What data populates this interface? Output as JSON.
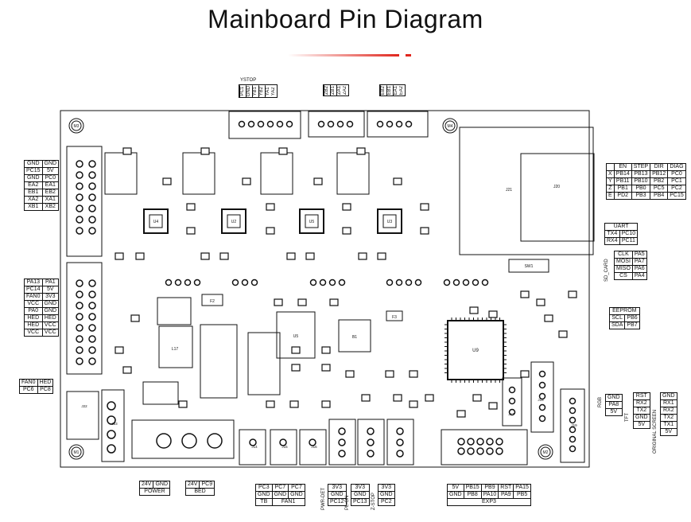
{
  "title": "Mainboard Pin Diagram",
  "colors": {
    "accent": "#e0261d",
    "line": "#111111"
  },
  "top_headers": {
    "ystop": {
      "title": "YSTOP",
      "pins": [
        "PC1",
        "GND",
        "YB1",
        "YB2",
        "YA1",
        "YA2"
      ]
    },
    "z": {
      "pins": [
        "ZB2",
        "ZB1",
        "ZA1",
        "ZA2"
      ]
    },
    "e": {
      "pins": [
        "EB2",
        "EB1",
        "EA1",
        "EA2"
      ]
    }
  },
  "left_tables": {
    "exp_top": [
      [
        "GND",
        "GND"
      ],
      [
        "PC15",
        "5V"
      ],
      [
        "GND",
        "PC0"
      ],
      [
        "EA2",
        "EA1"
      ],
      [
        "EB1",
        "EB2"
      ],
      [
        "XA2",
        "XA1"
      ],
      [
        "XB1",
        "XB2"
      ]
    ],
    "exp_mid": [
      [
        "PA13",
        "PA1"
      ],
      [
        "PC14",
        "5V"
      ],
      [
        "FAN0",
        "3V3"
      ],
      [
        "VCC",
        "GND"
      ],
      [
        "PA0",
        "GND"
      ],
      [
        "HED",
        "HED"
      ],
      [
        "HED",
        "VCC"
      ],
      [
        "VCC",
        "VCC"
      ]
    ],
    "fan_hed": [
      [
        "FAN0",
        "HED"
      ],
      [
        "PC6",
        "PC8"
      ]
    ]
  },
  "right_tables": {
    "stepper": [
      [
        "",
        "EN",
        "STEP",
        "DIR",
        "DIAG"
      ],
      [
        "X",
        "PB14",
        "PB13",
        "PB12",
        "PC0"
      ],
      [
        "Y",
        "PB11",
        "PB10",
        "PB2",
        "PC1"
      ],
      [
        "Z",
        "PB1",
        "PB0",
        "PC5",
        "PC2"
      ],
      [
        "E",
        "PD2",
        "PB3",
        "PB4",
        "PC15"
      ]
    ],
    "uart": [
      [
        "UART",
        ""
      ],
      [
        "TX4",
        "PC10"
      ],
      [
        "RX4",
        "PC11"
      ]
    ],
    "sd_card_label": "SD_CARD",
    "sd_card": [
      [
        "CLK",
        "PA5"
      ],
      [
        "MOSI",
        "PA7"
      ],
      [
        "MISO",
        "PA6"
      ],
      [
        "CS",
        "PA4"
      ]
    ],
    "eeprom": [
      [
        "EEPROM",
        ""
      ],
      [
        "SCL",
        "PB6"
      ],
      [
        "SDA",
        "PB7"
      ]
    ],
    "rgb_label": "RGB",
    "rgb": [
      "GND",
      "PA8",
      "5V"
    ],
    "tft_label": "TFT",
    "tft": [
      "RST",
      "RX2",
      "TX2",
      "GND",
      "5V"
    ],
    "screen_label": "ORIGINAL SCREEN",
    "screen": [
      "GND",
      "RX1",
      "RX2",
      "TX2",
      "TX1",
      "5V"
    ]
  },
  "bottom_tables": {
    "power": {
      "pins": [
        "24V",
        "GND"
      ],
      "caption": "POWER"
    },
    "bed": {
      "pins": [
        "24V",
        "PC9"
      ],
      "caption": "BED"
    },
    "tb_fan": {
      "rows": [
        [
          "PC3",
          "PC7",
          "PC7"
        ],
        [
          "GND",
          "GND",
          "GND"
        ]
      ],
      "captions": [
        "TB",
        "FAN1"
      ]
    },
    "pwr_det": {
      "pins": [
        "3V3",
        "GND",
        "PC12"
      ],
      "caption": "PWR-DET"
    },
    "pl_on": {
      "pins": [
        "3V3",
        "GND",
        "PC13"
      ],
      "caption": "PL-ON"
    },
    "z_stop": {
      "pins": [
        "3V3",
        "GND",
        "PC2"
      ],
      "caption": "Z-STOP"
    },
    "exp3": {
      "rows": [
        [
          "5V",
          "PB15",
          "PB9",
          "RST",
          "PA15"
        ],
        [
          "GND",
          "PB8",
          "PA10",
          "PA9",
          "PB5"
        ]
      ],
      "caption": "EXP3"
    }
  },
  "board_labels": {
    "mount": [
      "M3",
      "M4",
      "M1",
      "M2"
    ],
    "drivers": [
      "U4",
      "U2",
      "U5",
      "U3"
    ],
    "chips": [
      "U9",
      "U5",
      "L17",
      "J21",
      "J20",
      "SW1",
      "F2",
      "F3",
      "B1"
    ],
    "connectors": [
      "J14",
      "J15",
      "J16",
      "J17",
      "J18",
      "J19",
      "J22",
      "J23"
    ]
  }
}
